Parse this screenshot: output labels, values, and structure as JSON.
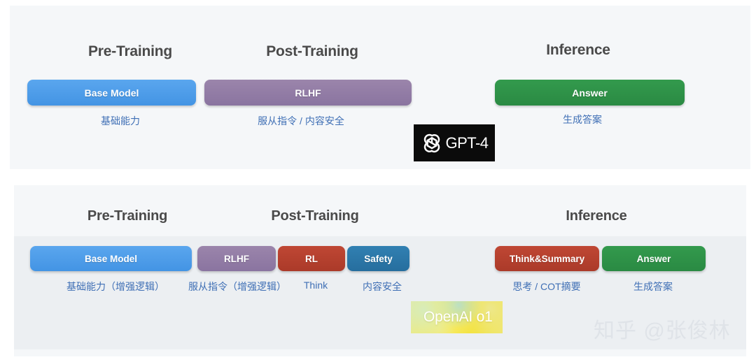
{
  "figure": {
    "watermark": "知乎 @张俊林"
  },
  "colors": {
    "blue": "#4394e4",
    "purple": "#8a74a0",
    "green": "#2a8a43",
    "red": "#ab3a29",
    "teal": "#266e9e",
    "caption_text": "#3f6fb5",
    "header_text": "#4a4a4a",
    "panel_bg": "#f5f7f9",
    "band_bg": "#eceff2",
    "gpt4_chip_bg": "#0b0b0b",
    "o1_chip_bg": "#f6e01c"
  },
  "panels": [
    {
      "id": "gpt4-pipeline",
      "model_badge": {
        "name": "GPT-4",
        "icon": "openai-logo-icon"
      },
      "stages": [
        {
          "label": "Pre-Training"
        },
        {
          "label": "Post-Training"
        },
        {
          "label": "Inference"
        }
      ],
      "boxes": [
        {
          "label": "Base Model",
          "caption": "基础能力",
          "color": "blue"
        },
        {
          "label": "RLHF",
          "caption": "服从指令 / 内容安全",
          "color": "purple"
        },
        {
          "label": "Answer",
          "caption": "生成答案",
          "color": "green"
        }
      ]
    },
    {
      "id": "o1-pipeline",
      "model_badge": {
        "name": "OpenAI o1"
      },
      "stages": [
        {
          "label": "Pre-Training"
        },
        {
          "label": "Post-Training"
        },
        {
          "label": "Inference"
        }
      ],
      "boxes": [
        {
          "label": "Base Model",
          "caption": "基础能力（增强逻辑）",
          "color": "blue"
        },
        {
          "label": "RLHF",
          "caption": "服从指令（增强逻辑）",
          "color": "purple"
        },
        {
          "label": "RL",
          "caption": "Think",
          "color": "red"
        },
        {
          "label": "Safety",
          "caption": "内容安全",
          "color": "teal"
        },
        {
          "label": "Think&Summary",
          "caption": "思考 / COT摘要",
          "color": "red"
        },
        {
          "label": "Answer",
          "caption": "生成答案",
          "color": "green"
        }
      ]
    }
  ]
}
